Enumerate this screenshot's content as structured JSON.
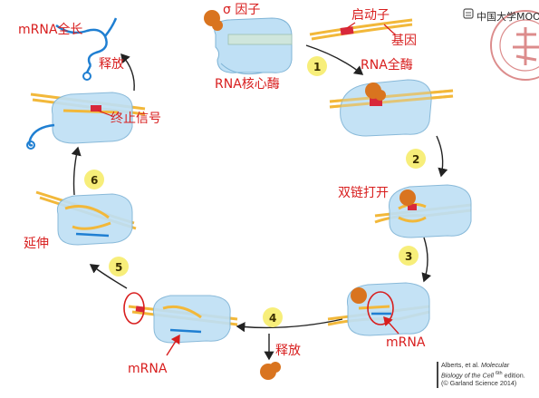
{
  "labels": {
    "sigma_factor": "σ 因子",
    "core_enzyme": "RNA核心酶",
    "promoter": "启动子",
    "gene": "基因",
    "holoenzyme": "RNA全酶",
    "unwinding": "双链打开",
    "mrna_step3": "mRNA",
    "release_sigma": "释放",
    "mrna_step4": "mRNA",
    "elongation": "延伸",
    "termination": "终止信号",
    "release_mrna": "释放",
    "full_mrna": "mRNA全长"
  },
  "steps": [
    "1",
    "2",
    "3",
    "4",
    "5",
    "6"
  ],
  "logo": {
    "text": "中国大学MOOC"
  },
  "citation": {
    "line1": "Alberts, et al.",
    "line1_italic": "Molecular",
    "line2_italic": "Biology of the Cell",
    "line2_sup": "6th",
    "line2_rest": "edition.",
    "line3": "(© Garland Science 2014)"
  },
  "colors": {
    "enzyme": "#bfe0f5",
    "enzyme_stroke": "#7fb4d6",
    "dna": "#f2b83a",
    "sigma": "#d9741f",
    "promoter_red": "#d8283a",
    "mrna_blue": "#1f7fd2",
    "label_red": "#d81e1e",
    "step_circle": "#f7ee7a"
  },
  "icons": [
    "university-seal-icon"
  ]
}
